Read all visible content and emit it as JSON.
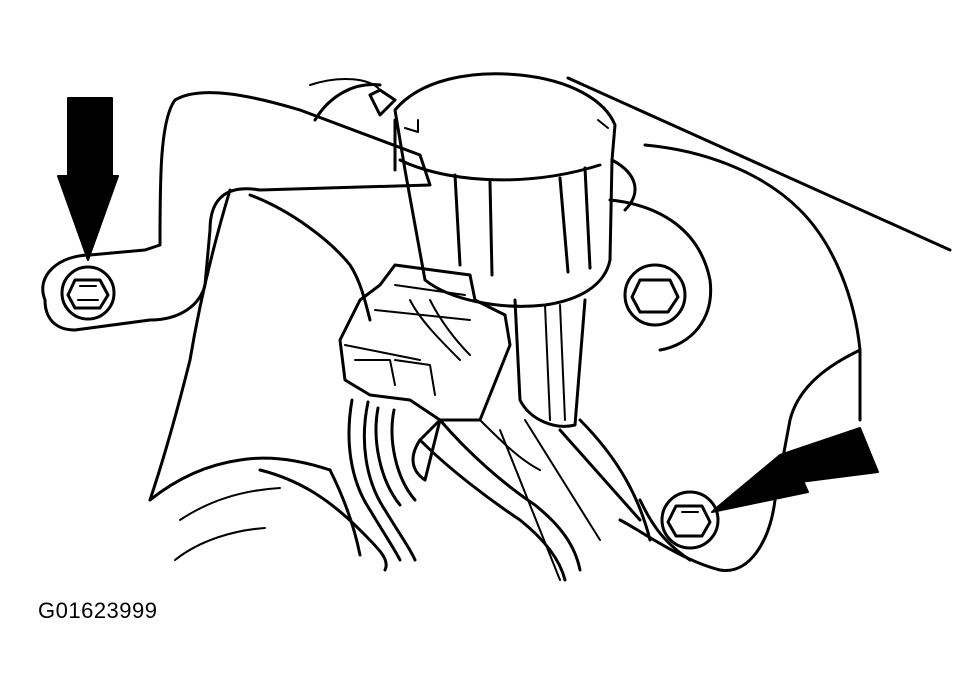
{
  "figure": {
    "id_label": "G01623999",
    "ink_color": "#000000",
    "background_color": "#ffffff",
    "callouts": [
      {
        "name": "arrow-to-left-bolt",
        "points_to": "left-mounting-bolt"
      },
      {
        "name": "arrow-to-right-bolt",
        "points_to": "right-mounting-bolt"
      }
    ]
  }
}
